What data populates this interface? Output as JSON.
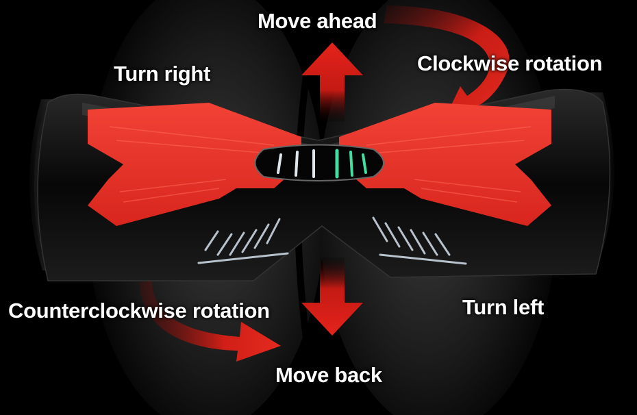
{
  "labels": {
    "move_ahead": "Move ahead",
    "turn_right": "Turn right",
    "clockwise": "Clockwise rotation",
    "counterclockwise": "Counterclockwise rotation",
    "turn_left": "Turn left",
    "move_back": "Move back"
  },
  "colors": {
    "background": "#000000",
    "arrow_red": "#e21a1a",
    "footpad_red": "#f0322a",
    "body_black": "#0a0a0a",
    "led_green": "#3fe0a0",
    "text": "#ffffff"
  },
  "icons": {
    "forward": "up-arrow-icon",
    "backward": "down-arrow-icon",
    "clockwise": "curved-arrow-cw-icon",
    "counterclockwise": "curved-arrow-ccw-icon"
  }
}
